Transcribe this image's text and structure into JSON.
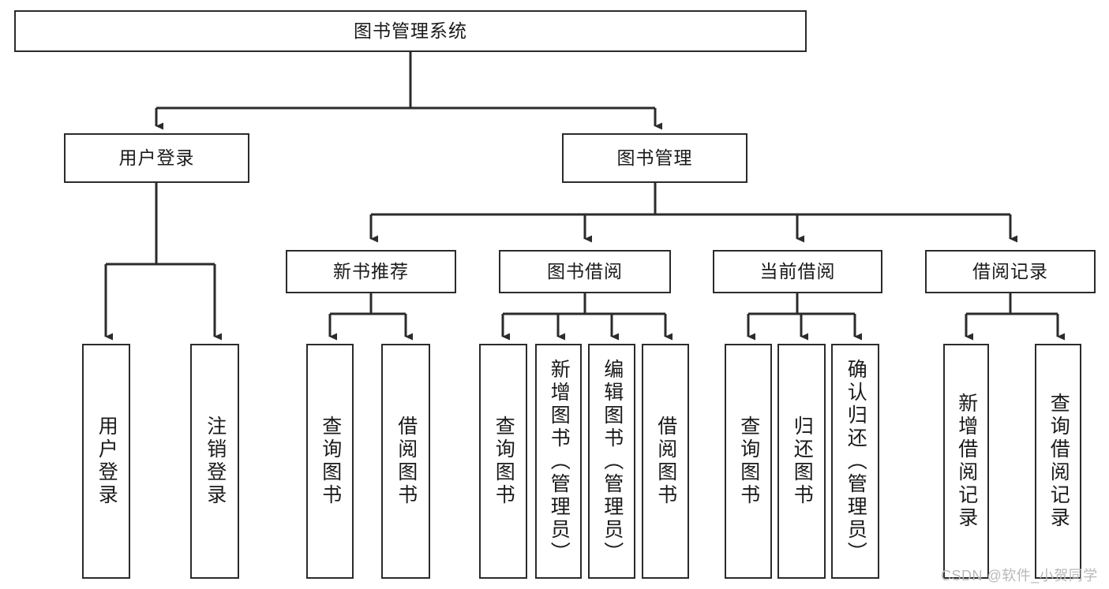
{
  "diagram": {
    "title": "图书管理系统",
    "type": "hierarchical-tree",
    "orientation": "top-down",
    "colors": {
      "box_border": "#2b2b2b",
      "box_fill": "#ffffff",
      "connector": "#2b2b2b",
      "text": "#1a1a1a",
      "watermark": "#b9b9b9",
      "background": "#ffffff"
    },
    "root": {
      "label": "图书管理系统",
      "orientation": "horizontal"
    },
    "level2": [
      {
        "label": "用户登录",
        "orientation": "horizontal"
      },
      {
        "label": "图书管理",
        "orientation": "horizontal"
      }
    ],
    "level3": [
      {
        "label": "新书推荐",
        "orientation": "horizontal"
      },
      {
        "label": "图书借阅",
        "orientation": "horizontal"
      },
      {
        "label": "当前借阅",
        "orientation": "horizontal"
      },
      {
        "label": "借阅记录",
        "orientation": "horizontal"
      }
    ],
    "leaves": {
      "user_login": [
        {
          "label": "用户登录",
          "orientation": "vertical"
        },
        {
          "label": "注销登录",
          "orientation": "vertical"
        }
      ],
      "new_book_recommend": [
        {
          "label": "查询图书",
          "orientation": "vertical"
        },
        {
          "label": "借阅图书",
          "orientation": "vertical"
        }
      ],
      "book_borrow": [
        {
          "label": "查询图书",
          "orientation": "vertical"
        },
        {
          "label": "新增图书（管理员）",
          "orientation": "vertical"
        },
        {
          "label": "编辑图书（管理员）",
          "orientation": "vertical"
        },
        {
          "label": "借阅图书",
          "orientation": "vertical"
        }
      ],
      "current_borrow": [
        {
          "label": "查询图书",
          "orientation": "vertical"
        },
        {
          "label": "归还图书",
          "orientation": "vertical"
        },
        {
          "label": "确认归还（管理员）",
          "orientation": "vertical"
        }
      ],
      "borrow_record": [
        {
          "label": "新增借阅记录",
          "orientation": "vertical"
        },
        {
          "label": "查询借阅记录",
          "orientation": "vertical"
        }
      ]
    },
    "watermark": "CSDN @软件_小贺同学"
  }
}
